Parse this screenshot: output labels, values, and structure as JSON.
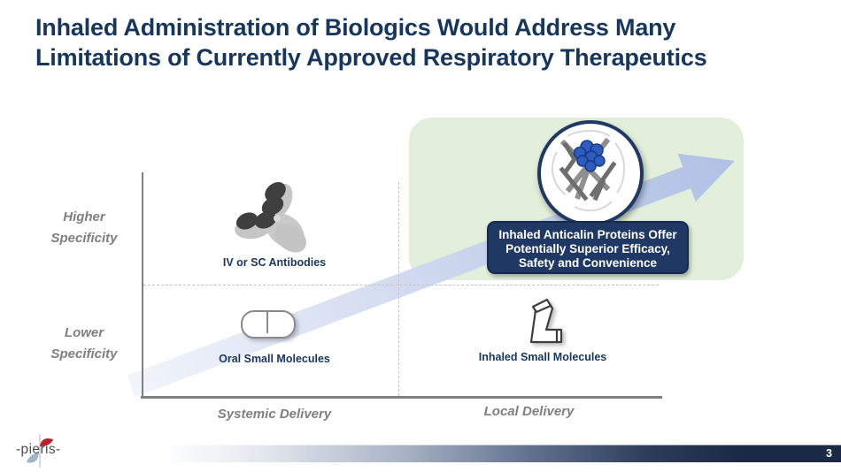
{
  "slide": {
    "title_line1": "Inhaled Administration of Biologics Would Address Many",
    "title_line2": "Limitations of Currently Approved Respiratory Therapeutics"
  },
  "diagram": {
    "y_axis": {
      "high_label_line1": "Higher",
      "high_label_line2": "Specificity",
      "low_label_line1": "Lower",
      "low_label_line2": "Specificity"
    },
    "x_axis": {
      "left_label": "Systemic Delivery",
      "right_label": "Local Delivery"
    },
    "items": {
      "top_left": {
        "icon": "antibody-icon",
        "label": "IV or SC Antibodies"
      },
      "bottom_left": {
        "icon": "pill-icon",
        "label": "Oral Small Molecules"
      },
      "bottom_right": {
        "icon": "inhaler-icon",
        "label": "Inhaled Small Molecules"
      },
      "top_right": {
        "icon": "anticalin-protein-icon",
        "callout_line1": "Inhaled Anticalin Proteins Offer",
        "callout_line2": "Potentially Superior Efficacy,",
        "callout_line3": "Safety and Convenience"
      }
    },
    "annotations": {
      "trend_arrow": "diagonal arrow from lower-left to upper-right"
    },
    "colors": {
      "title_navy": "#17365d",
      "callout_navy": "#1f3864",
      "highlight_green": "#e2efda",
      "arrow_blue": "#b0c0e6",
      "axis_gray": "#7f7f7f",
      "logo_red": "#bf1f2d",
      "logo_blue_gray": "#9fb4c7",
      "footer_dark": "#1b2a44"
    }
  },
  "footer": {
    "logo_text": "-pieris-",
    "page_number": "3"
  }
}
